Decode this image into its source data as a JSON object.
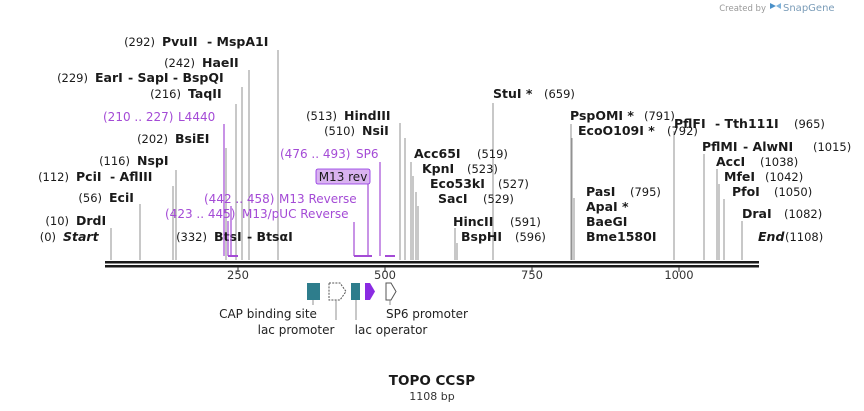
{
  "credit": {
    "prefix": "Created by",
    "brand": "SnapGene"
  },
  "title": "TOPO CCSP",
  "length": "1108 bp",
  "ticks": [
    "250",
    "500",
    "750",
    "1000"
  ],
  "ends": {
    "start": "Start",
    "start_pos": "(0)",
    "end": "End",
    "end_pos": "(1108)"
  },
  "sites_left": [
    {
      "pos": "(292)",
      "name": "PvuII",
      "extra": "-  MspA1I"
    },
    {
      "pos": "(242)",
      "name": "HaeII"
    },
    {
      "pos": "(229)",
      "name": "EarI",
      "extra": "-  SapI  -  BspQI"
    },
    {
      "pos": "(216)",
      "name": "TaqII"
    },
    {
      "pos": "(202)",
      "name": "BsiEI"
    },
    {
      "pos": "(116)",
      "name": "NspI"
    },
    {
      "pos": "(112)",
      "name": "PciI",
      "extra": "-  AflIII"
    },
    {
      "pos": "(56)",
      "name": "EciI"
    },
    {
      "pos": "(10)",
      "name": "DrdI"
    }
  ],
  "site_bts": {
    "pos": "(332)",
    "name": "BtsI",
    "extra": "-  BtsαI"
  },
  "sites_mid": [
    {
      "pos": "(513)",
      "name": "HindIII"
    },
    {
      "pos": "(510)",
      "name": "NsiI"
    }
  ],
  "sites_right_a": [
    {
      "name": "Acc65I",
      "pos": "(519)"
    },
    {
      "name": "KpnI",
      "pos": "(523)"
    },
    {
      "name": "Eco53kI",
      "pos": "(527)"
    },
    {
      "name": "SacI",
      "pos": "(529)"
    },
    {
      "name": "HincII",
      "pos": "(591)"
    },
    {
      "name": "BspHI",
      "pos": "(596)"
    }
  ],
  "site_stu": {
    "name": "StuI *",
    "pos": "(659)"
  },
  "sites_right_b": [
    {
      "name": "PspOMI *",
      "pos": "(791)"
    },
    {
      "name": "EcoO109I *",
      "pos": "(792)"
    },
    {
      "name": "PasI",
      "pos": "(795)"
    },
    {
      "name": "ApaI *",
      "pos": ""
    },
    {
      "name": "BaeGI",
      "pos": ""
    },
    {
      "name": "Bme1580I",
      "pos": ""
    }
  ],
  "sites_far": [
    {
      "name": "PflFI",
      "extra": "-  Tth111I",
      "pos": "(965)"
    },
    {
      "name": "PflMI",
      "extra": "-  AlwNI",
      "pos": "(1015)"
    },
    {
      "name": "AccI",
      "pos": "(1038)"
    },
    {
      "name": "MfeI",
      "pos": "(1042)"
    },
    {
      "name": "PfoI",
      "pos": "(1050)"
    },
    {
      "name": "DraI",
      "pos": "(1082)"
    }
  ],
  "primers": [
    {
      "range": "(210 .. 227)",
      "name": "L4440"
    },
    {
      "range": "(476 .. 493)",
      "name": "SP6"
    },
    {
      "range": "(442 .. 458)",
      "name": "M13 Reverse"
    },
    {
      "range": "(423 .. 445)",
      "name": "M13/pUC Reverse"
    }
  ],
  "primer_box": "M13 rev",
  "features": {
    "cap": "CAP binding site",
    "lac_promoter": "lac promoter",
    "lac_operator": "lac operator",
    "sp6": "SP6 promoter"
  },
  "colors": {
    "primer": "#a44bd6",
    "feature_teal": "#2e7d8c",
    "feature_purple": "#8a2be2",
    "primer_box_fill": "#d9b3f0",
    "backbone": "#1a1a1a"
  }
}
